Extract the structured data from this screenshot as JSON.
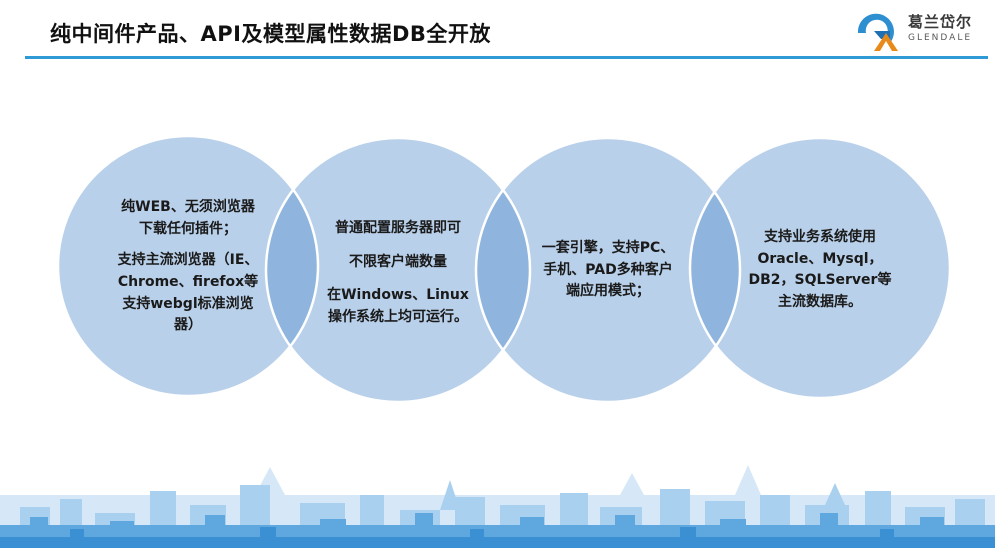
{
  "title": "纯中间件产品、API及模型属性数据DB全开放",
  "logo": {
    "cn": "葛兰岱尔",
    "en": "GLENDALE"
  },
  "colors": {
    "accent": "#2e9bd6",
    "circle_fill": "#b9d0ea",
    "overlap_fill": "#8fb5de",
    "circle_stroke": "#ffffff"
  },
  "circles": [
    {
      "lines_a": [
        "纯WEB、无须浏览器",
        "下载任何插件；"
      ],
      "lines_b": [
        "支持主流浏览器（IE、",
        "Chrome、firefox等",
        "支持webgl标准浏览",
        "器）"
      ]
    },
    {
      "lines_a": [
        "普通配置服务器即可"
      ],
      "lines_b": [
        "不限客户端数量"
      ],
      "lines_c": [
        "在Windows、Linux",
        "操作系统上均可运行。"
      ]
    },
    {
      "lines_a": [
        "一套引擎，支持PC、",
        "手机、PAD多种客户",
        "端应用模式；"
      ]
    },
    {
      "lines_a": [
        "支持业务系统使用",
        "Oracle、Mysql，",
        "DB2，SQLServer等",
        "主流数据库。"
      ]
    }
  ]
}
